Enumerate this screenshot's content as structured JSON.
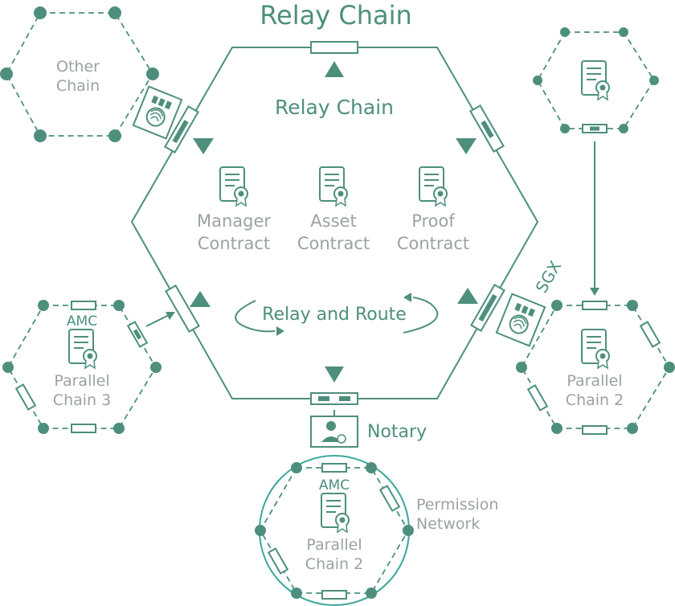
{
  "title": "Relay Chain",
  "relay": {
    "inner_title": "Relay Chain",
    "contracts": [
      {
        "line1": "Manager",
        "line2": "Contract"
      },
      {
        "line1": "Asset",
        "line2": "Contract"
      },
      {
        "line1": "Proof",
        "line2": "Contract"
      }
    ],
    "route_label": "Relay and Route"
  },
  "other_chain": {
    "line1": "Other",
    "line2": "Chain"
  },
  "parallel_left": {
    "amc": "AMC",
    "line1": "Parallel",
    "line2": "Chain 3"
  },
  "parallel_right": {
    "line1": "Parallel",
    "line2": "Chain 2"
  },
  "parallel_bottom": {
    "amc": "AMC",
    "line1": "Parallel",
    "line2": "Chain 2"
  },
  "sgx_label": "SGX",
  "notary_label": "Notary",
  "permission": {
    "line1": "Permission",
    "line2": "Network"
  },
  "colors": {
    "accent": "#4d8f7c",
    "grey_text": "#9aa3a0",
    "permission_ring": "#3aa89b"
  },
  "icons": [
    "certificate-icon",
    "sgx-chip-icon",
    "notary-person-icon",
    "arrow-triangle-icon",
    "relay-node-icon"
  ]
}
